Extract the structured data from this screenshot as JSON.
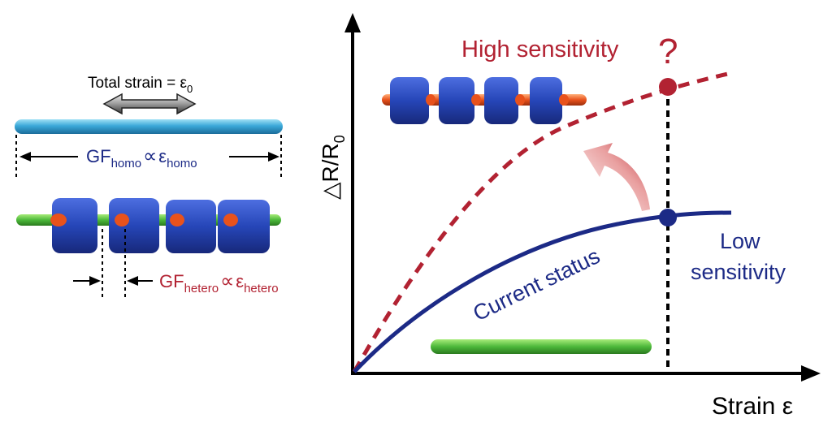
{
  "left_panel": {
    "total_strain_label": "Total strain = ε",
    "total_strain_sub": "0",
    "gf_homo": {
      "gf": "GF",
      "gf_sub": "homo",
      "prop": "∝",
      "eps": "ε",
      "eps_sub": "homo"
    },
    "gf_hetero": {
      "gf": "GF",
      "gf_sub": "hetero",
      "prop": "∝",
      "eps": "ε",
      "eps_sub": "hetero"
    }
  },
  "right_panel": {
    "y_axis_label": "△R/R",
    "y_axis_sub": "0",
    "x_axis_label": "Strain ε",
    "high_sensitivity": "High sensitivity",
    "question_mark": "?",
    "current_status": "Current status",
    "low_sensitivity_line1": "Low",
    "low_sensitivity_line2": "sensitivity"
  },
  "colors": {
    "navy": "#1c2a86",
    "crimson": "#b22232",
    "cyan_rod": "#3aa8d8",
    "green_rod": "#4cb83a",
    "orange_core": "#e8521c",
    "blue_bead": "#2646b8",
    "axis": "#000000"
  },
  "icons": [
    "double-arrow-icon",
    "curved-arrow-icon",
    "left-arrow-icon",
    "right-arrow-icon"
  ]
}
